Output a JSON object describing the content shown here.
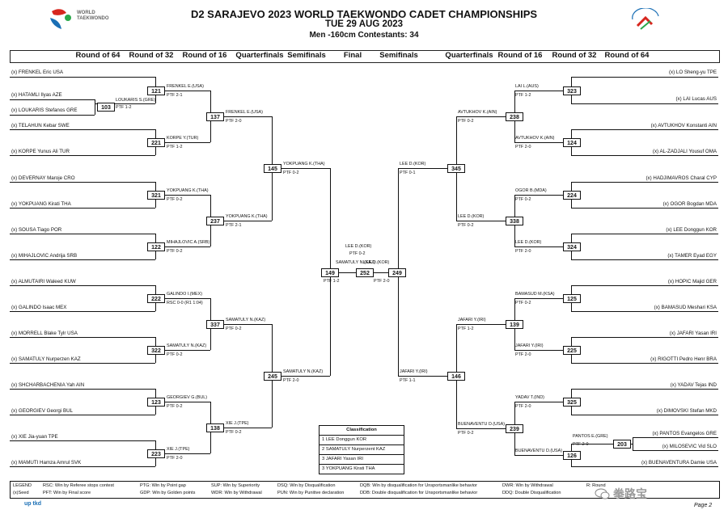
{
  "header": {
    "title": "D2 SARAJEVO 2023 WORLD TAEKWONDO CADET CHAMPIONSHIPS",
    "date": "TUE 29 AUG 2023",
    "subtitle": "Men -160cm   Contestants: 34",
    "logo_text_line1": "WORLD",
    "logo_text_line2": "TAEKWONDO"
  },
  "rounds": [
    "Round of 64",
    "Round of 32",
    "Round of 16",
    "Quarterfinals",
    "Semifinals",
    "Final",
    "Semifinals",
    "Quarterfinals",
    "Round of 16",
    "Round of 32",
    "Round of 64"
  ],
  "left_players": [
    "(x) FRENKEL Eric USA",
    "(x) HATAMLI Ilyas AZE",
    "(x) LOUKARIS Stefanos  GRE",
    "(x) TELAHUN Kebar SWE",
    "(x) KORPE Yunus Ali TUR",
    "(x) DEVERNAY Maroje CRO",
    "(x) YOKPUANG Kirati THA",
    "(x) SOUSA Tiago POR",
    "(x) MIHAJLOVIC Andrija SRB",
    "(x) ALMUTAIRI Waleed KUW",
    "(x) GALINDO Isaac MEX",
    "(x) MORRELL Blake Tylr USA",
    "(x) SAMATULY Nurperzen KAZ",
    "(x) SHCHARBACHENIA Yah AIN",
    "(x) GEORGIEV Georgi BUL",
    "(x) XIE Jia-yuan TPE",
    "(x) MAMUTI Hamza Amrul SVK"
  ],
  "right_players": [
    "(x) LO Sheng-yu TPE",
    "(x) LAI Lucas AUS",
    "(x) AVTUKHOV Konstanti AIN",
    "(x) AL-ZADJALI Yousuf OMA",
    "(x) HADJIMAVROS Charal CYP",
    "(x) OGOR Bogdan MDA",
    "(x) LEE Donggun KOR",
    "(x) TAMER Eyad EGY",
    "(x) HOPIC Majid GER",
    "(x) BAMASUD Meshari KSA",
    "(x) JAFARI Yasan IRI",
    "(x) RIGOTTI Pedro Henr BRA",
    "(x) YADAV Tejas IND",
    "(x) DIMOVSKI Stefan MKD",
    "(x) PANTOS Evangelos GRE",
    "(x) MILOSEVIC Vid SLO",
    "(x) BUENAVENTURA Damie USA"
  ],
  "matches": {
    "m103": {
      "num": "103",
      "winner": "LOUKARIS S.(GRE)",
      "score": "PTF 1-2"
    },
    "m121": {
      "num": "121",
      "winner": "FRENKEL E.(USA)",
      "score": "PTF 2-1"
    },
    "m221": {
      "num": "221",
      "winner": "KORPE Y.(TUR)",
      "score": "PTF 1-2"
    },
    "m321": {
      "num": "321",
      "winner": "YOKPUANG K.(THA)",
      "score": "PTF 0-2"
    },
    "m122": {
      "num": "122",
      "winner": "MIHAJLOVIC A.(SRB)",
      "score": "PTF 0-2"
    },
    "m222": {
      "num": "222",
      "winner": "GALINDO I.(MEX)",
      "score": "RSC 0-0 (R1 1:04)"
    },
    "m322": {
      "num": "322",
      "winner": "SAMATULY N.(KAZ)",
      "score": "PTF 0-2"
    },
    "m123": {
      "num": "123",
      "winner": "GEORGIEV G.(BUL)",
      "score": "PTF 0-2"
    },
    "m223": {
      "num": "223",
      "winner": "XIE J.(TPE)",
      "score": "PTF 2-0"
    },
    "m137": {
      "num": "137",
      "winner": "FRENKEL E.(USA)",
      "score": "PTF 2-0"
    },
    "m237": {
      "num": "237",
      "winner": "YOKPUANG K.(THA)",
      "score": "PTF 2-1"
    },
    "m337": {
      "num": "337",
      "winner": "SAMATULY N.(KAZ)",
      "score": "PTF 0-2"
    },
    "m138": {
      "num": "138",
      "winner": "XIE J.(TPE)",
      "score": "PTF 0-2"
    },
    "m145": {
      "num": "145",
      "winner": "YOKPUANG K.(THA)",
      "score": "PTF 0-2"
    },
    "m245": {
      "num": "245",
      "winner": "SAMATULY N.(KAZ)",
      "score": "PTF 2-0"
    },
    "m149": {
      "num": "149",
      "winner": "SAMATULY N.(KAZ)",
      "score": "PTF 1-2"
    },
    "m252": {
      "num": "252",
      "winner": "LEE D.(KOR)",
      "score": "PTF 0-2"
    },
    "m249": {
      "num": "249",
      "winner": "LEE D.(KOR)",
      "score": "PTF 2-0"
    },
    "m323": {
      "num": "323",
      "winner": "LAI L.(AUS)",
      "score": "PTF 1-2"
    },
    "m124": {
      "num": "124",
      "winner": "AVTUKHOV K.(AIN)",
      "score": "PTF 2-0"
    },
    "m224": {
      "num": "224",
      "winner": "OGOR B.(MDA)",
      "score": "PTF 0-2"
    },
    "m324": {
      "num": "324",
      "winner": "LEE D.(KOR)",
      "score": "PTF 2-0"
    },
    "m125": {
      "num": "125",
      "winner": "BAMASUD M.(KSA)",
      "score": "PTF 0-2"
    },
    "m225": {
      "num": "225",
      "winner": "JAFARI Y.(IRI)",
      "score": "PTF 2-0"
    },
    "m325": {
      "num": "325",
      "winner": "YADAV T.(IND)",
      "score": "PTF 2-0"
    },
    "m203": {
      "num": "203",
      "winner": "PANTOS E.(GRE)",
      "score": "PTF 2-0"
    },
    "m126": {
      "num": "126",
      "winner": "BUENAVENTU D.(USA)",
      "score": ""
    },
    "m238": {
      "num": "238",
      "winner": "AVTUKHOV K.(AIN)",
      "score": "PTF 0-2"
    },
    "m338": {
      "num": "338",
      "winner": "LEE D.(KOR)",
      "score": "PTF 0-2"
    },
    "m139": {
      "num": "139",
      "winner": "JAFARI Y.(IRI)",
      "score": "PTF 1-2"
    },
    "m239": {
      "num": "239",
      "winner": "BUENAVENTU D.(USA)",
      "score": "PTF 0-2"
    },
    "m345": {
      "num": "345",
      "winner": "LEE D.(KOR)",
      "score": "PTF 0-1"
    },
    "m146": {
      "num": "146",
      "winner": "JAFARI Y.(IRI)",
      "score": "PTF 1-1"
    }
  },
  "classification": {
    "title": "Classification",
    "rows": [
      "1 LEE Donggun KOR",
      "2 SAMATULY Nurperzent KAZ",
      "3 JAFARI Yasan IRI",
      "3 YOKPUANG Kirati THA"
    ]
  },
  "legend": {
    "row1": [
      "LEGEND",
      "RSC: Win by Referee stops contest",
      "PTG: Win by Point gap",
      "SUP: Win by Superiority",
      "DSQ: Win by Disqualification",
      "DQB: Win by disqualification for Unsportsmanlike behavior",
      "DWR: Win by Withdrawal",
      "R: Round"
    ],
    "row2": [
      "(x)Seed",
      "PFT: Win by Final score",
      "GDP: Win by Golden points",
      "WDR: Win by Withdrawal",
      "PUN: Win by Punitive declaration",
      "DDB: Double disqualification for Unsportsmanlike behavior",
      "DDQ: Double Disqualification"
    ]
  },
  "footer": {
    "brand": "up  tkd",
    "page": "Page 2",
    "watermark": "拳路宝"
  },
  "colors": {
    "accent_red": "#d7261e",
    "accent_green": "#2aa84a",
    "accent_blue": "#1a6fb5"
  }
}
